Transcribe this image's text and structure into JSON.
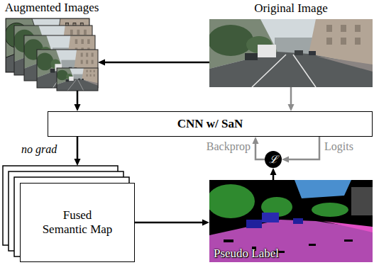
{
  "diagram": {
    "nodes": [
      {
        "text": [
          "Augmented Images"
        ]
      },
      {
        "text": [
          "Original Image"
        ]
      },
      {
        "text": [
          "CNN w/ SaN"
        ]
      },
      {
        "text": [
          "Fused Semantic Map"
        ]
      },
      {
        "text": [
          "ℒ"
        ]
      },
      {
        "text": [
          "Pseudo Label"
        ]
      }
    ],
    "edges": [
      {
        "from": 1,
        "to": 0,
        "arrow": "to"
      },
      {
        "from": 0,
        "to": 2,
        "arrow": "to"
      },
      {
        "from": 1,
        "to": 2,
        "arrow": "to"
      },
      {
        "from": 2,
        "to": 3,
        "arrow": "to",
        "label": "no grad"
      },
      {
        "from": 3,
        "to": 5,
        "arrow": "to"
      },
      {
        "from": 5,
        "to": 4,
        "arrow": "to"
      },
      {
        "from": 4,
        "to": 2,
        "arrow": "to",
        "label": "Backprop"
      },
      {
        "from": 2,
        "to": 4,
        "arrow": "to",
        "label": "Logits"
      }
    ]
  }
}
